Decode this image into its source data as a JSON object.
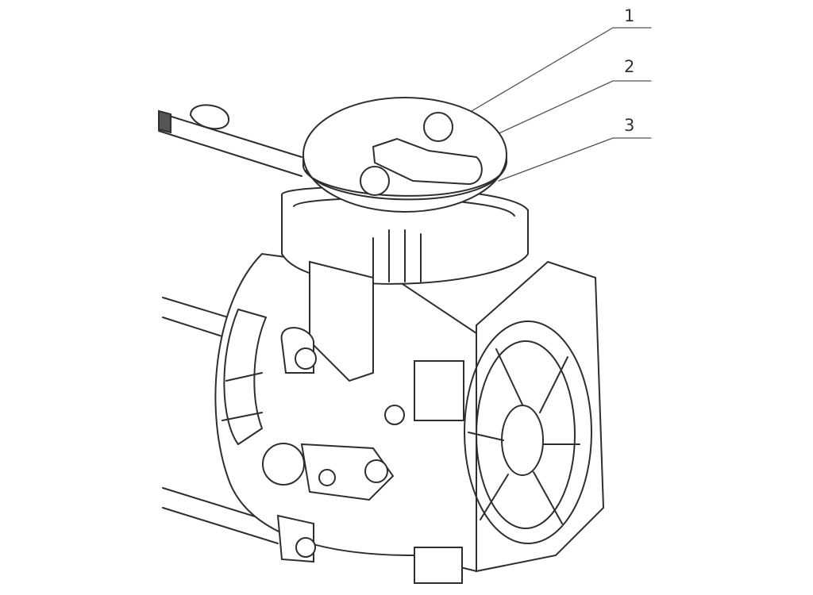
{
  "callouts": [
    {
      "label": "1"
    },
    {
      "label": "2"
    },
    {
      "label": "3"
    }
  ],
  "colors": {
    "line": "#2e2e2e",
    "background": "#ffffff"
  }
}
